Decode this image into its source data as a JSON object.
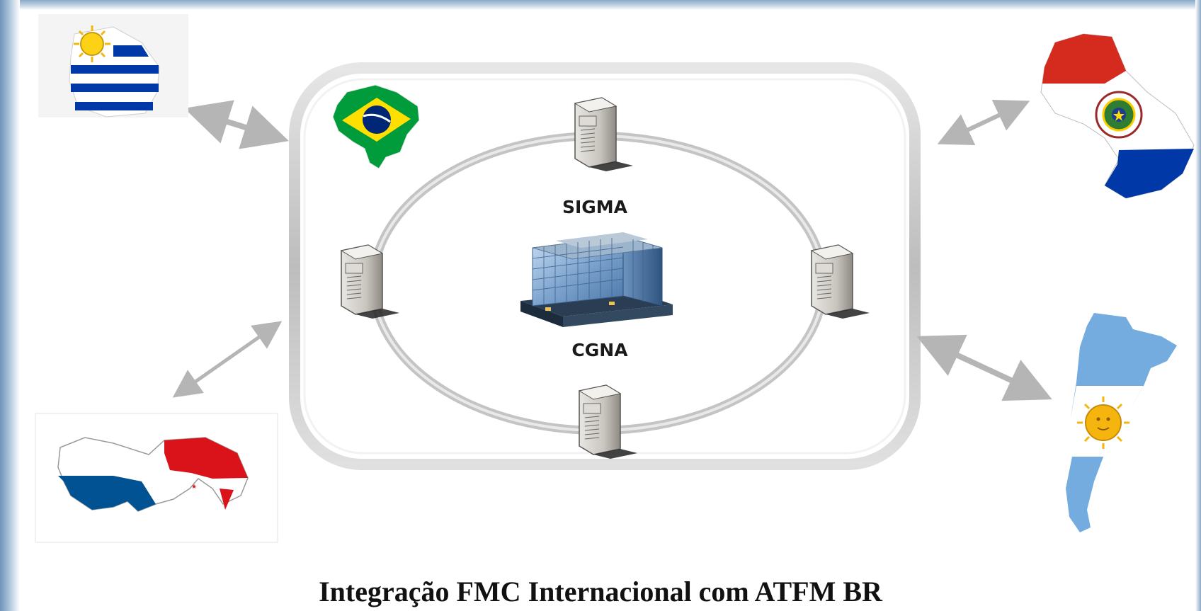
{
  "diagram": {
    "center_top_label": "SIGMA",
    "center_bottom_label": "CGNA",
    "caption": "Integração FMC Internacional com ATFM BR"
  },
  "nodes": {
    "center": "office-building-icon",
    "ring_servers": [
      "server-tower-icon",
      "server-tower-icon",
      "server-tower-icon",
      "server-tower-icon"
    ],
    "brazil": "brazil-flag-map",
    "external": [
      "uruguay-flag-map",
      "paraguay-flag-map",
      "panama-flag-map",
      "argentina-flag-map"
    ]
  },
  "colors": {
    "frame": "#c8c8c8",
    "arrow": "#b0b0b0",
    "brazil_green": "#009c3b",
    "brazil_yellow": "#ffdf00",
    "brazil_blue": "#002776",
    "argentina_blue": "#74acdf",
    "uruguay_blue": "#0038a8",
    "paraguay_red": "#d52b1e",
    "panama_blue": "#005293",
    "sun": "#f6b40e"
  }
}
